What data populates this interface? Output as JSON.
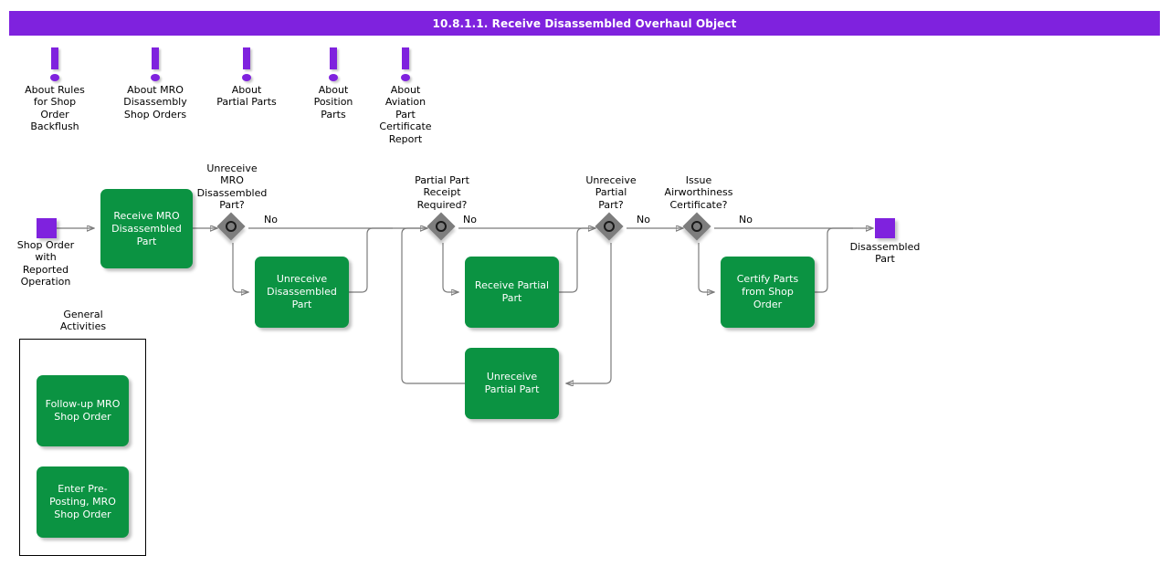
{
  "header": {
    "title": "10.8.1.1. Receive Disassembled Overhaul Object",
    "bar_color": "#7F22DE",
    "text_color": "#ffffff"
  },
  "theme": {
    "activity_green": "#0B9342",
    "node_purple": "#7F22DE",
    "gateway_gray": "#7D7D7D",
    "edge_gray": "#7B7B7B",
    "page_background": "#ffffff"
  },
  "info_markers": [
    {
      "icon": "exclamation-icon",
      "label": "About Rules\nfor Shop\nOrder\nBackflush",
      "lines": [
        "About Rules",
        "for Shop",
        "Order",
        "Backflush"
      ]
    },
    {
      "icon": "exclamation-icon",
      "label": "About MRO\nDisassembly\nShop Orders",
      "lines": [
        "About MRO",
        "Disassembly",
        "Shop Orders"
      ]
    },
    {
      "icon": "exclamation-icon",
      "label": "About\nPartial Parts",
      "lines": [
        "About",
        "Partial Parts"
      ]
    },
    {
      "icon": "exclamation-icon",
      "label": "About\nPosition\nParts",
      "lines": [
        "About",
        "Position",
        "Parts"
      ]
    },
    {
      "icon": "exclamation-icon",
      "label": "About\nAviation\nPart\nCertificate\nReport",
      "lines": [
        "About",
        "Aviation",
        "Part",
        "Certificate",
        "Report"
      ]
    }
  ],
  "terminals": {
    "start": {
      "name": "start-node",
      "lines": [
        "Shop Order",
        "with",
        "Reported",
        "Operation"
      ]
    },
    "end": {
      "name": "end-node",
      "lines": [
        "Disassembled",
        "Part"
      ]
    }
  },
  "gateways": [
    {
      "id": "gw-unreceive-mro",
      "lines": [
        "Unreceive",
        "MRO",
        "Disassembled",
        "Part?"
      ],
      "branch_label": "No"
    },
    {
      "id": "gw-partial-receipt",
      "lines": [
        "Partial Part",
        "Receipt",
        "Required?"
      ],
      "branch_label": "No"
    },
    {
      "id": "gw-unreceive-partial",
      "lines": [
        "Unreceive",
        "Partial",
        "Part?"
      ],
      "branch_label": "No"
    },
    {
      "id": "gw-airworthiness",
      "lines": [
        "Issue",
        "Airworthiness",
        "Certificate?"
      ],
      "branch_label": "No"
    }
  ],
  "tasks": [
    {
      "id": "task-receive-mro",
      "lines": [
        "Receive MRO",
        "Disassembled",
        "Part"
      ]
    },
    {
      "id": "task-unreceive-disassembled",
      "lines": [
        "Unreceive",
        "Disassembled",
        "Part"
      ]
    },
    {
      "id": "task-receive-partial",
      "lines": [
        "Receive Partial",
        "Part"
      ]
    },
    {
      "id": "task-unreceive-partial",
      "lines": [
        "Unreceive",
        "Partial Part"
      ]
    },
    {
      "id": "task-certify-parts",
      "lines": [
        "Certify Parts",
        "from Shop",
        "Order"
      ]
    }
  ],
  "general_activities": {
    "title_lines": [
      "General",
      "Activities"
    ],
    "items": [
      {
        "id": "task-followup-mro",
        "lines": [
          "Follow-up MRO",
          "Shop Order"
        ]
      },
      {
        "id": "task-enter-preposting",
        "lines": [
          "Enter Pre-",
          "Posting, MRO",
          "Shop Order"
        ]
      }
    ]
  }
}
